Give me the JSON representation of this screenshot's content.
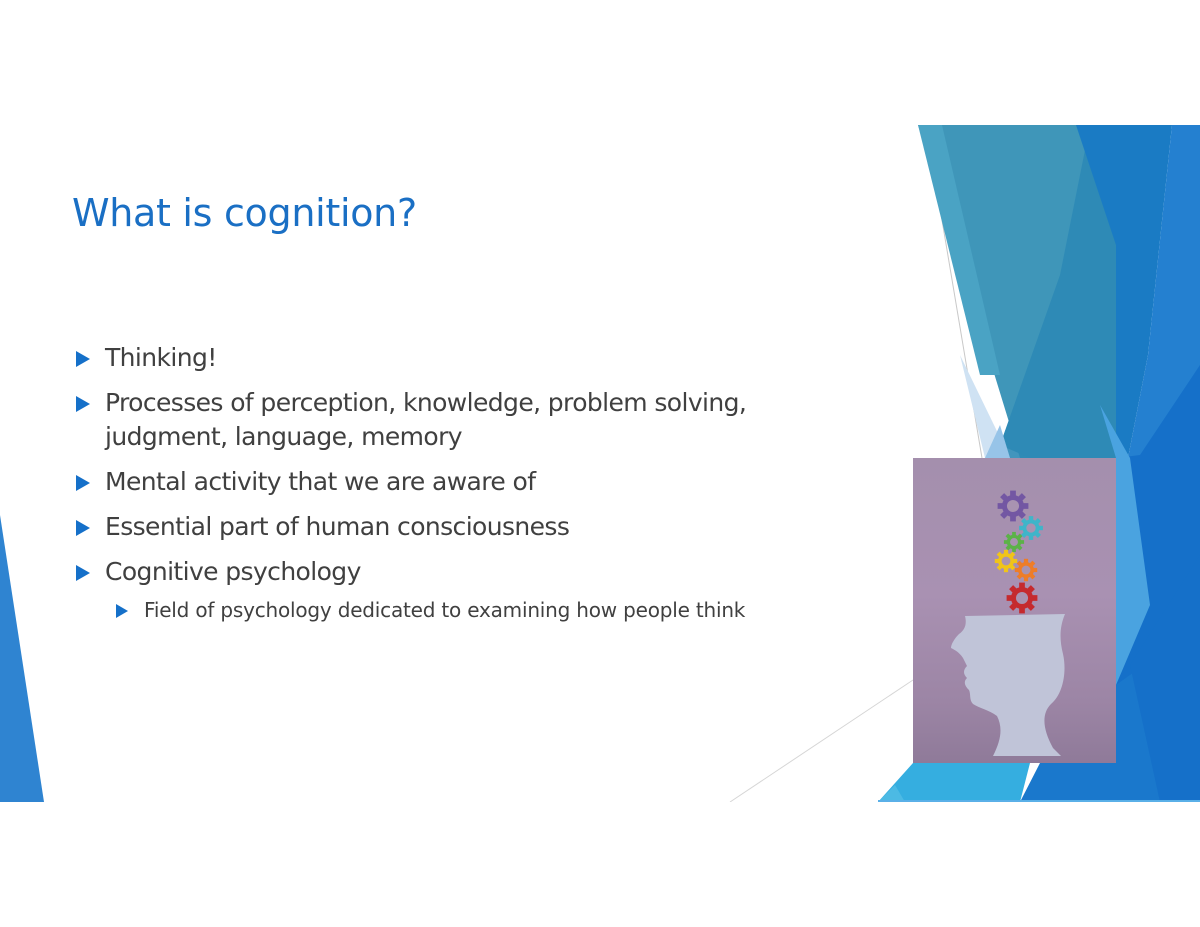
{
  "slide": {
    "title": "What is cognition?",
    "bullets": [
      {
        "text": "Thinking!"
      },
      {
        "text": "Processes of perception, knowledge, problem solving, judgment, language, memory"
      },
      {
        "text": "Mental activity that we are aware of"
      },
      {
        "text": "Essential part of human consciousness"
      },
      {
        "text": "Cognitive psychology",
        "sub": [
          {
            "text": "Field of psychology dedicated to examining how people think"
          }
        ]
      }
    ],
    "image": {
      "description": "head-silhouette-with-gears",
      "gear_colors": [
        "#7357a3",
        "#3fb5c9",
        "#5cb248",
        "#f0c419",
        "#ee7d28",
        "#c52a2e"
      ]
    }
  },
  "theme": {
    "title_color": "#1a6fc4",
    "bullet_color": "#1570c9",
    "text_color": "#404040",
    "accent_blues": [
      "#3f96b9",
      "#2e8ab6",
      "#1a7bc4",
      "#2480d0",
      "#1570c9",
      "#35aee0",
      "#4aa3e0",
      "#cfe2f3"
    ]
  }
}
